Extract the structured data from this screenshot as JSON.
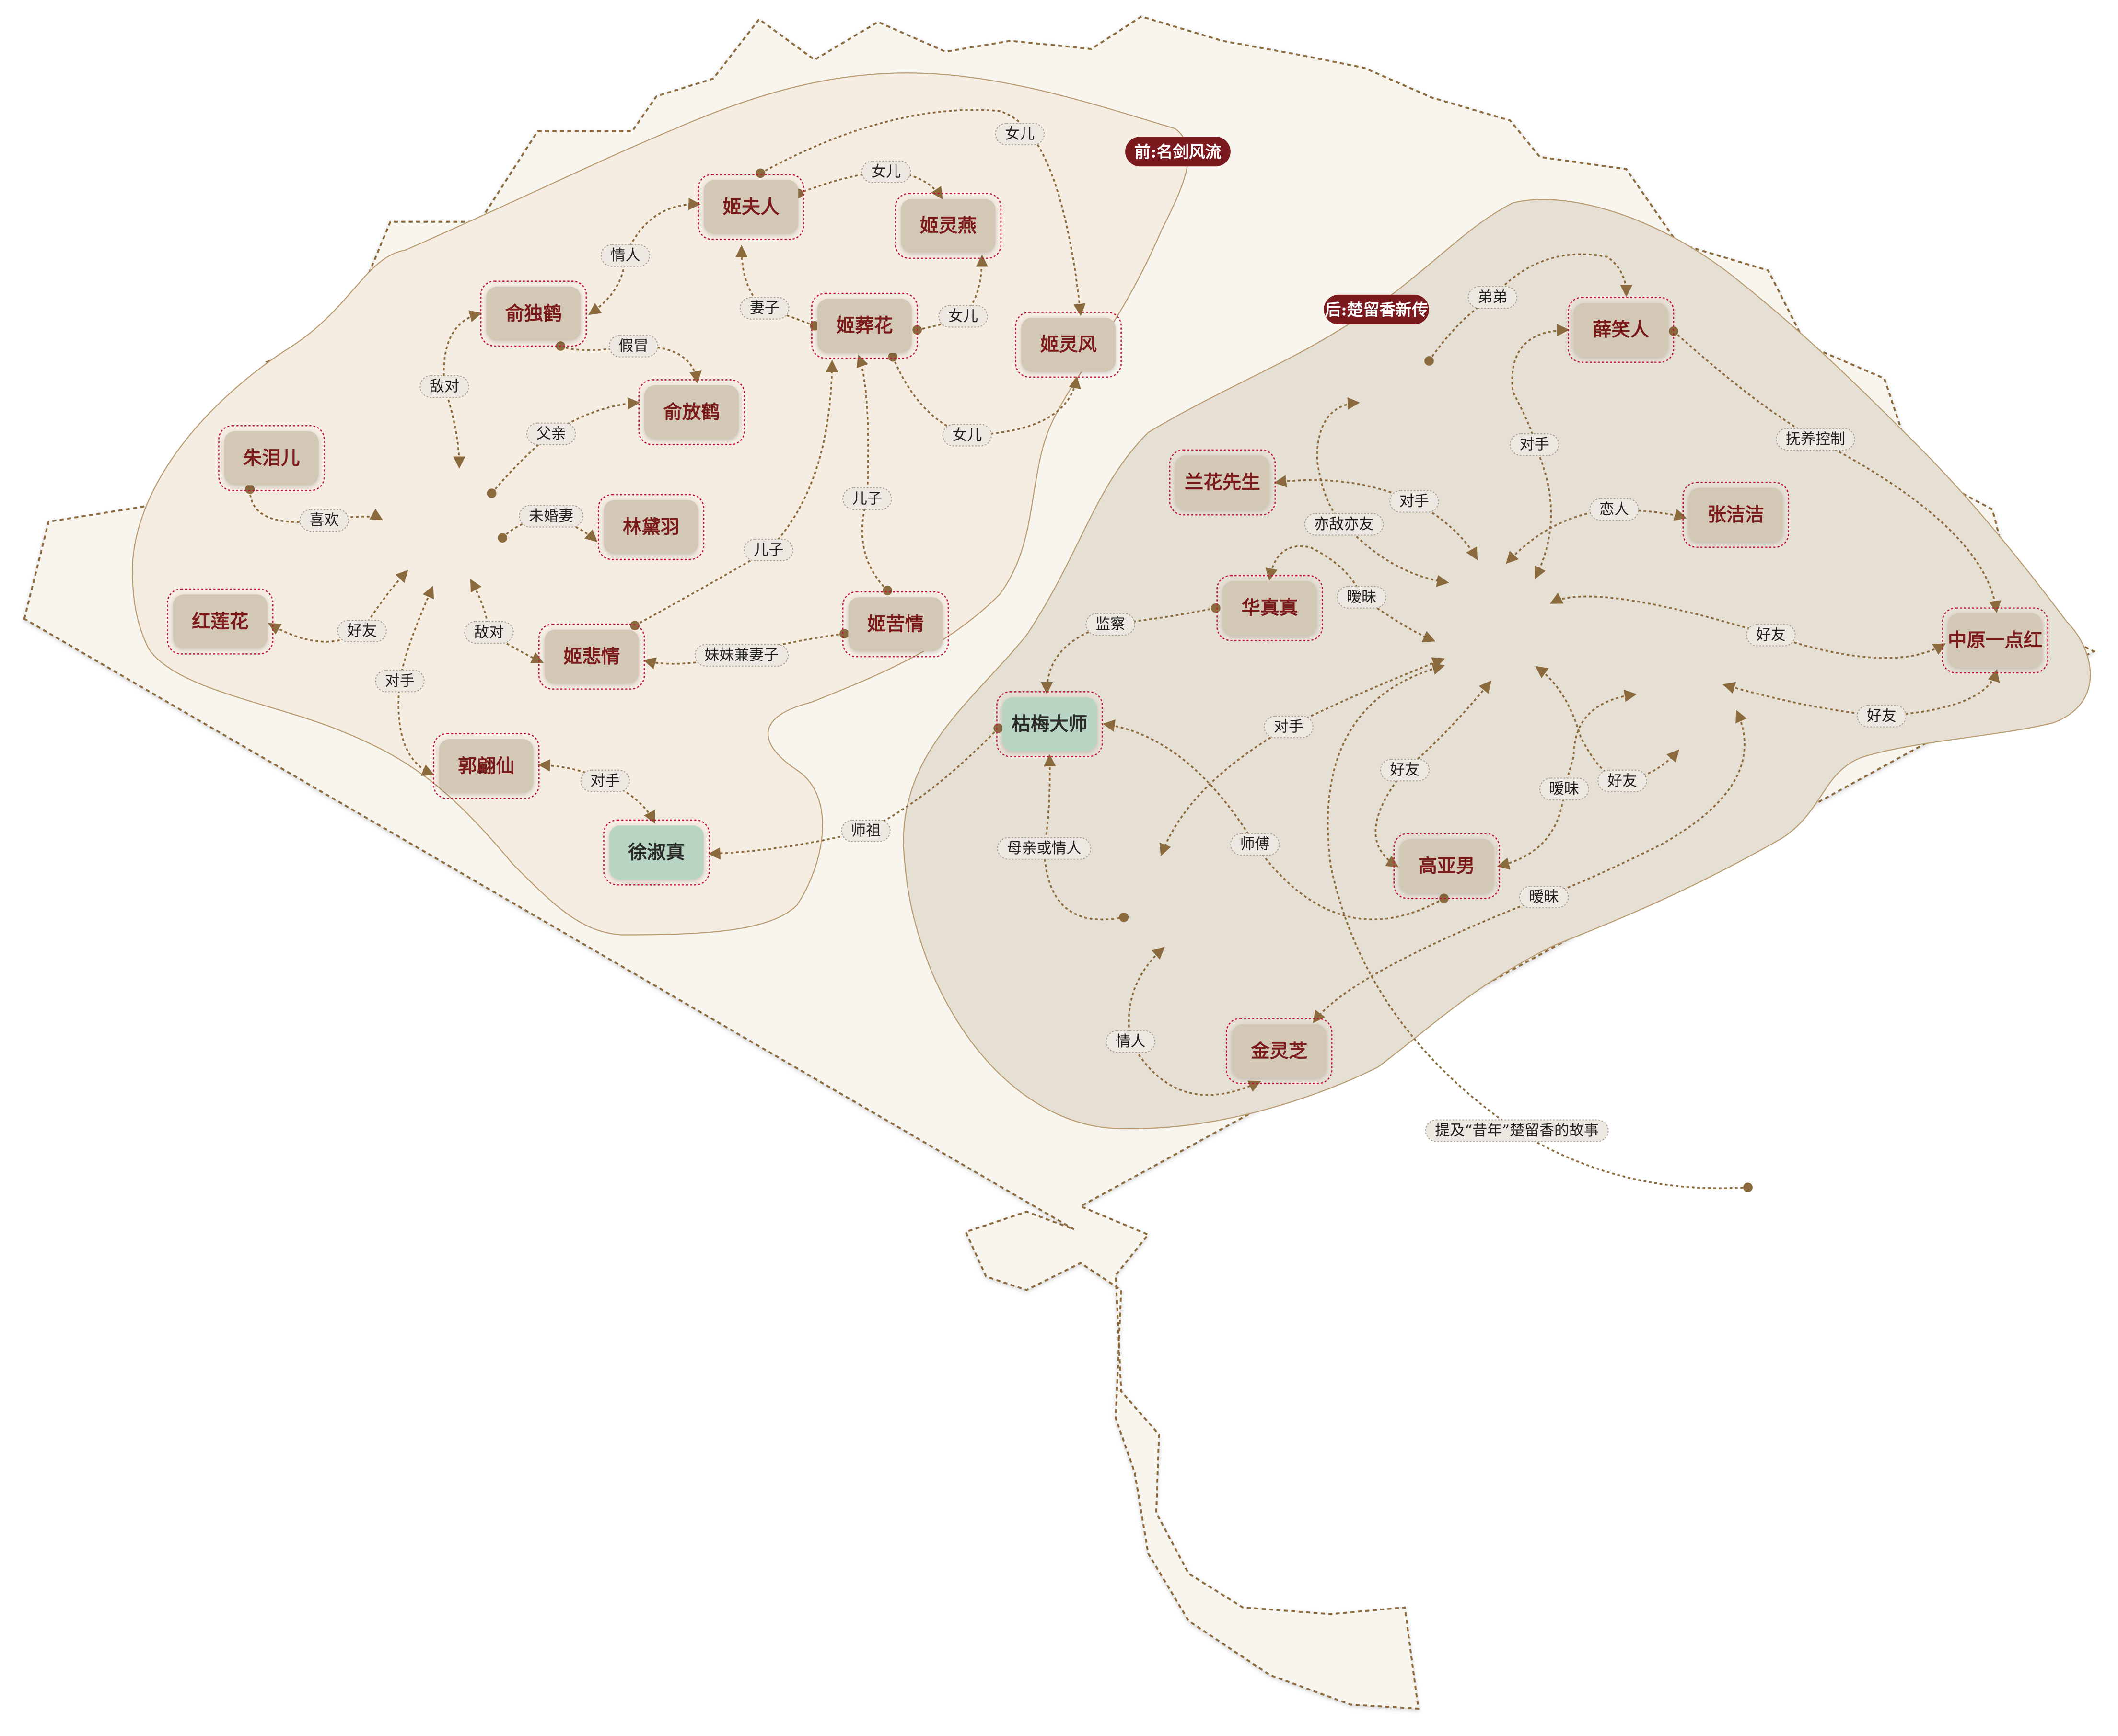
{
  "sections": [
    {
      "label": "前:名剑风流"
    },
    {
      "label": "后:楚留香新传"
    }
  ],
  "nodes": [
    {
      "name": "姬夫人"
    },
    {
      "name": "姬灵燕"
    },
    {
      "name": "俞独鹤"
    },
    {
      "name": "姬葬花"
    },
    {
      "name": "姬灵风"
    },
    {
      "name": "俞放鹤"
    },
    {
      "name": "朱泪儿"
    },
    {
      "name": "林黛羽"
    },
    {
      "name": "红莲花"
    },
    {
      "name": "姬悲情"
    },
    {
      "name": "姬苦情"
    },
    {
      "name": "郭翩仙"
    },
    {
      "name": "徐淑真"
    },
    {
      "name": "兰花先生"
    },
    {
      "name": "华真真"
    },
    {
      "name": "枯梅大师"
    },
    {
      "name": "薛笑人"
    },
    {
      "name": "张洁洁"
    },
    {
      "name": "中原一点红"
    },
    {
      "name": "高亚男"
    },
    {
      "name": "金灵芝"
    }
  ],
  "edges": [
    {
      "label": "女儿"
    },
    {
      "label": "女儿"
    },
    {
      "label": "情人"
    },
    {
      "label": "妻子"
    },
    {
      "label": "女儿"
    },
    {
      "label": "假冒"
    },
    {
      "label": "敌对"
    },
    {
      "label": "父亲"
    },
    {
      "label": "女儿"
    },
    {
      "label": "儿子"
    },
    {
      "label": "未婚妻"
    },
    {
      "label": "儿子"
    },
    {
      "label": "喜欢"
    },
    {
      "label": "好友"
    },
    {
      "label": "敌对"
    },
    {
      "label": "对手"
    },
    {
      "label": "妹妹兼妻子"
    },
    {
      "label": "对手"
    },
    {
      "label": "师祖"
    },
    {
      "label": "弟弟"
    },
    {
      "label": "对手"
    },
    {
      "label": "抚养控制"
    },
    {
      "label": "对手"
    },
    {
      "label": "亦敌亦友"
    },
    {
      "label": "恋人"
    },
    {
      "label": "暧昧"
    },
    {
      "label": "监察"
    },
    {
      "label": "好友"
    },
    {
      "label": "好友"
    },
    {
      "label": "对手"
    },
    {
      "label": "好友"
    },
    {
      "label": "暧昧"
    },
    {
      "label": "好友"
    },
    {
      "label": "母亲或情人"
    },
    {
      "label": "师傅"
    },
    {
      "label": "暧昧"
    },
    {
      "label": "情人"
    },
    {
      "label": "提及“昔年”楚留香的故事"
    }
  ],
  "colors": {
    "node": "#d3c8b5",
    "node_alt": "#b8d4c2",
    "node_text": "#7b1a1a",
    "edge": "#8b6a3e",
    "section": "#7a1a1e"
  }
}
